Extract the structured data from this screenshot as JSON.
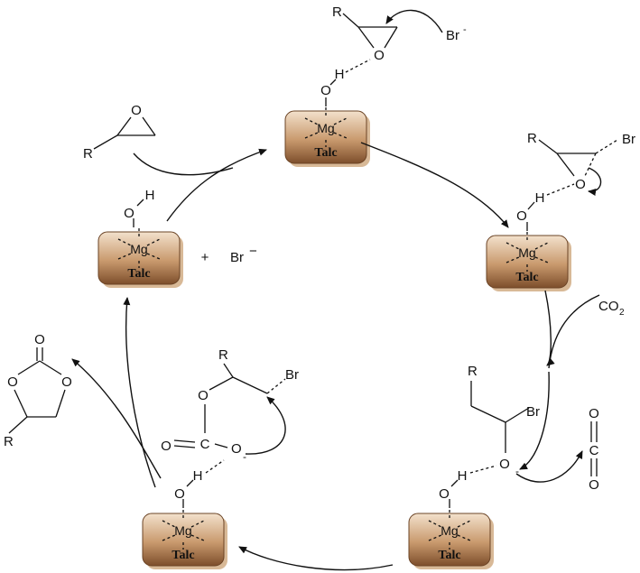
{
  "reagents": {
    "bromide_top": "Br",
    "bromide_top_charge": "-",
    "co2_label": "CO",
    "co2_subscript": "2",
    "plus": "+",
    "bromide_free": "Br",
    "bromide_free_charge": "−"
  },
  "complex_labels": {
    "metal": "Mg",
    "support": "Talc",
    "oxygen": "O",
    "hydrogen": "H"
  },
  "atoms": {
    "R": "R",
    "O": "O",
    "C": "C",
    "Br": "Br",
    "anion": "-"
  },
  "colors": {
    "talc_light": "#e8cdb0",
    "talc_dark": "#8a5a35",
    "talc_shadow": "#c9a582",
    "ink": "#111111"
  }
}
